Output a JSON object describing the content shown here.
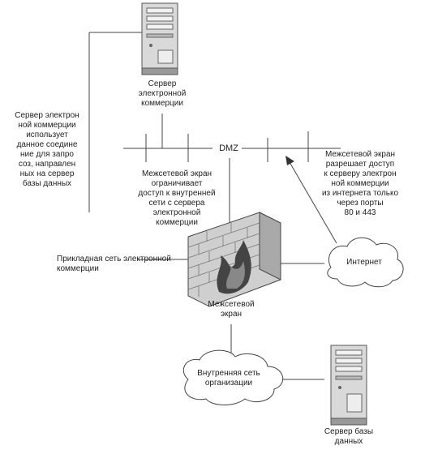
{
  "diagram": {
    "nodes": {
      "ecommerce_server": {
        "label": "Сервер\nэлектронной\nкоммерции",
        "icon": "server-tower-icon"
      },
      "db_server": {
        "label": "Сервер базы\nданных",
        "icon": "server-tower-icon"
      },
      "firewall": {
        "label": "Межсетевой\nэкран",
        "icon": "firewall-brick-wall-icon"
      },
      "internet": {
        "label": "Интернет",
        "icon": "cloud-icon"
      },
      "internal_network": {
        "label": "Внутренняя сеть\nорганизации",
        "icon": "cloud-icon"
      },
      "dmz": {
        "label": "DMZ"
      }
    },
    "annotations": {
      "ecommerce_to_db": "Сервер электрон\nной коммерции\nиспользует\nданное соедине\nние для запро\nсоз, направлен\nных на сервер\nбазы данных",
      "firewall_limits": "Межсетевой экран\nограничивает\nдоступ к внутренней\nсети с сервера\nэлектронной\nкоммерции",
      "firewall_allows": "Межсетевой экран\nразрешает доступ\nк серверу электрон\nной коммерции\nиз интернета только\nчерез порты\n80 и 443",
      "application_network": "Прикладная сеть электронной\nкоммерции"
    }
  }
}
